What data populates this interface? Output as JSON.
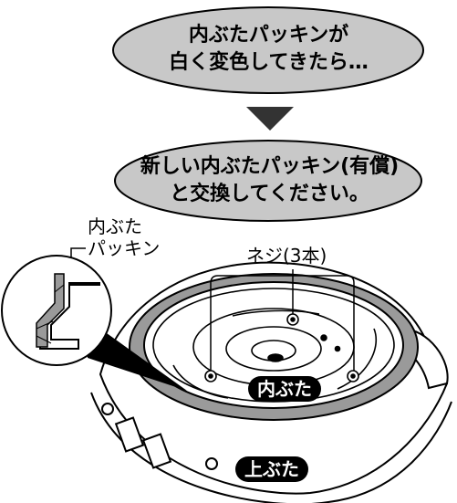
{
  "bubble_top": {
    "line1": "内ぶたパッキンが",
    "line2": "白く変色してきたら…"
  },
  "bubble_bottom": {
    "line1": "新しい内ぶたパッキン(有償)",
    "line2": "と交換してください。"
  },
  "labels": {
    "packing_line1": "内ぶた",
    "packing_line2": "パッキン",
    "screws": "ネジ(3本)",
    "inner_lid": "内ぶた",
    "outer_lid": "上ぶた"
  },
  "colors": {
    "bubble_fill": "#c8c8c8",
    "ring_fill": "#9a9a9a",
    "arrow_fill": "#333333"
  }
}
